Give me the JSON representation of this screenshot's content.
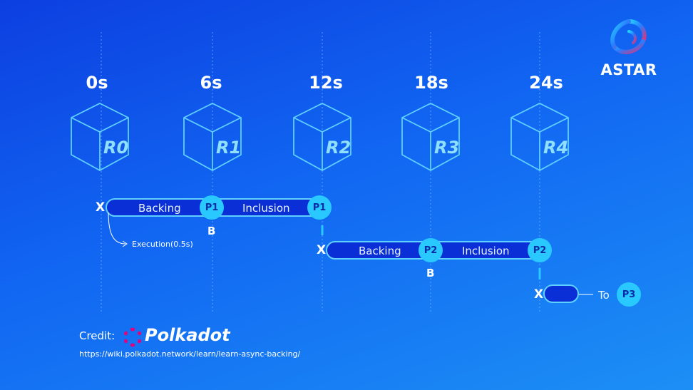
{
  "timeline": [
    "0s",
    "6s",
    "12s",
    "18s",
    "24s"
  ],
  "blocks": [
    "R0",
    "R1",
    "R2",
    "R3",
    "R4"
  ],
  "lanes": [
    {
      "start": "X",
      "backing": "Backing",
      "mid": "P1",
      "inclusion": "Inclusion",
      "end": "P1",
      "marker": "B"
    },
    {
      "start": "X",
      "backing": "Backing",
      "mid": "P2",
      "inclusion": "Inclusion",
      "end": "P2",
      "marker": "B"
    }
  ],
  "execution_note": "Execution(0.5s)",
  "next": {
    "start": "X",
    "to_label": "To",
    "target": "P3"
  },
  "credit": {
    "label": "Credit:",
    "brand": "Polkadot",
    "url": "https://wiki.polkadot.network/learn/learn-async-backing/"
  },
  "logo": {
    "text": "ASTAR"
  },
  "colors": {
    "background": "#1166f2",
    "lane_fill": "#0a2fd6",
    "accent": "#29c9ff",
    "outline": "#5fd0ff",
    "polkadot_pink": "#e6007a"
  }
}
